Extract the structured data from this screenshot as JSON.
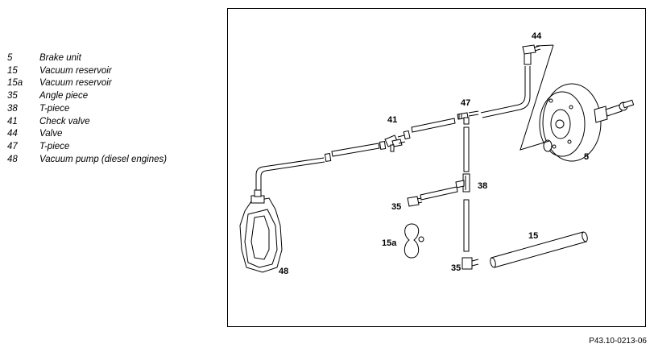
{
  "legend": [
    {
      "num": "5",
      "desc": "Brake unit"
    },
    {
      "num": "15",
      "desc": "Vacuum reservoir"
    },
    {
      "num": "15a",
      "desc": "Vacuum reservoir"
    },
    {
      "num": "35",
      "desc": "Angle piece"
    },
    {
      "num": "38",
      "desc": "T-piece"
    },
    {
      "num": "41",
      "desc": "Check valve"
    },
    {
      "num": "44",
      "desc": "Valve"
    },
    {
      "num": "47",
      "desc": "T-piece"
    },
    {
      "num": "48",
      "desc": "Vacuum pump (diesel engines)"
    }
  ],
  "callouts": {
    "c44": "44",
    "c47": "47",
    "c41": "41",
    "c5": "5",
    "c38": "38",
    "c35a": "35",
    "c15a": "15a",
    "c15": "15",
    "c35b": "35",
    "c48": "48"
  },
  "figure_ref": "P43.10-0213-06"
}
